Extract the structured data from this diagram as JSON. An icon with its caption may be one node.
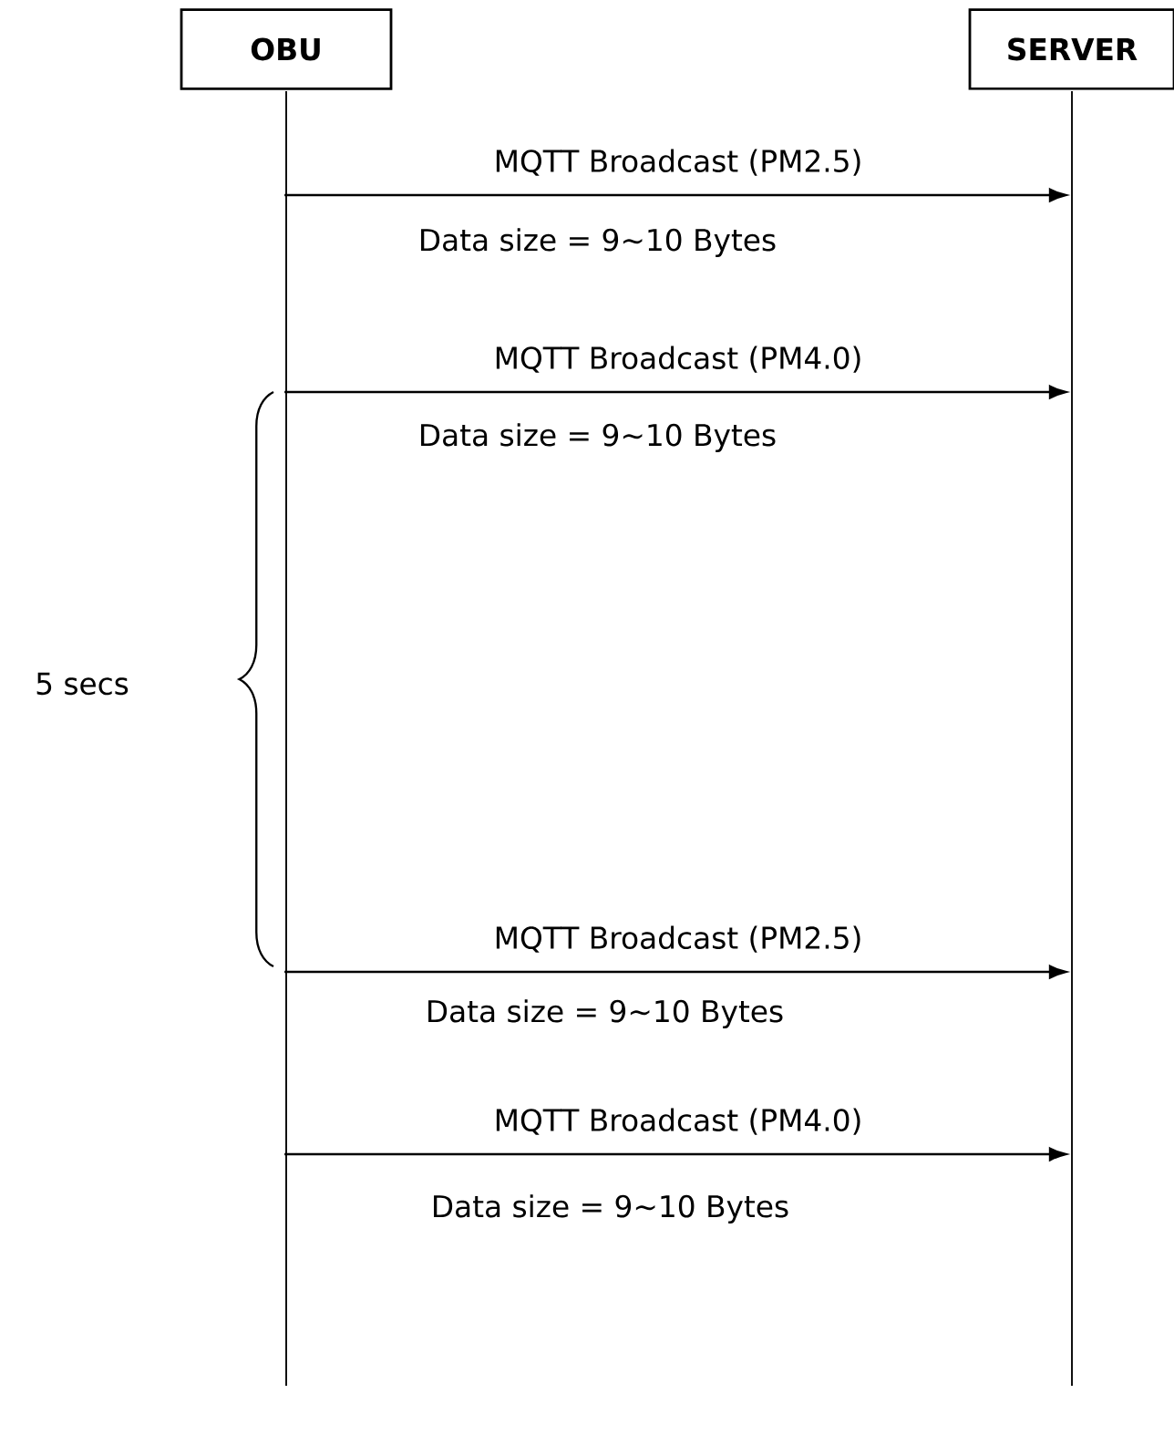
{
  "diagram": {
    "nodes": [
      {
        "text": [
          "OBU"
        ]
      },
      {
        "text": [
          "SERVER"
        ]
      },
      {
        "text": [],
        "shape": "line"
      },
      {
        "text": [],
        "shape": "line"
      }
    ],
    "edges": [
      {
        "from": 2,
        "to": 3,
        "arrow": "to",
        "label": "MQTT Broadcast (PM2.5)"
      },
      {
        "from": 2,
        "to": 3,
        "arrow": "to",
        "label": "MQTT Broadcast (PM4.0)"
      },
      {
        "from": 2,
        "to": 3,
        "arrow": "to",
        "label": "MQTT Broadcast (PM2.5)"
      },
      {
        "from": 2,
        "to": 3,
        "arrow": "to",
        "label": "MQTT Broadcast (PM4.0)"
      }
    ],
    "labels": [
      "Data size = 9~10 Bytes",
      "Data size = 9~10 Bytes",
      "5 secs",
      "Data size = 9~10 Bytes",
      "Data size = 9~10 Bytes"
    ]
  }
}
